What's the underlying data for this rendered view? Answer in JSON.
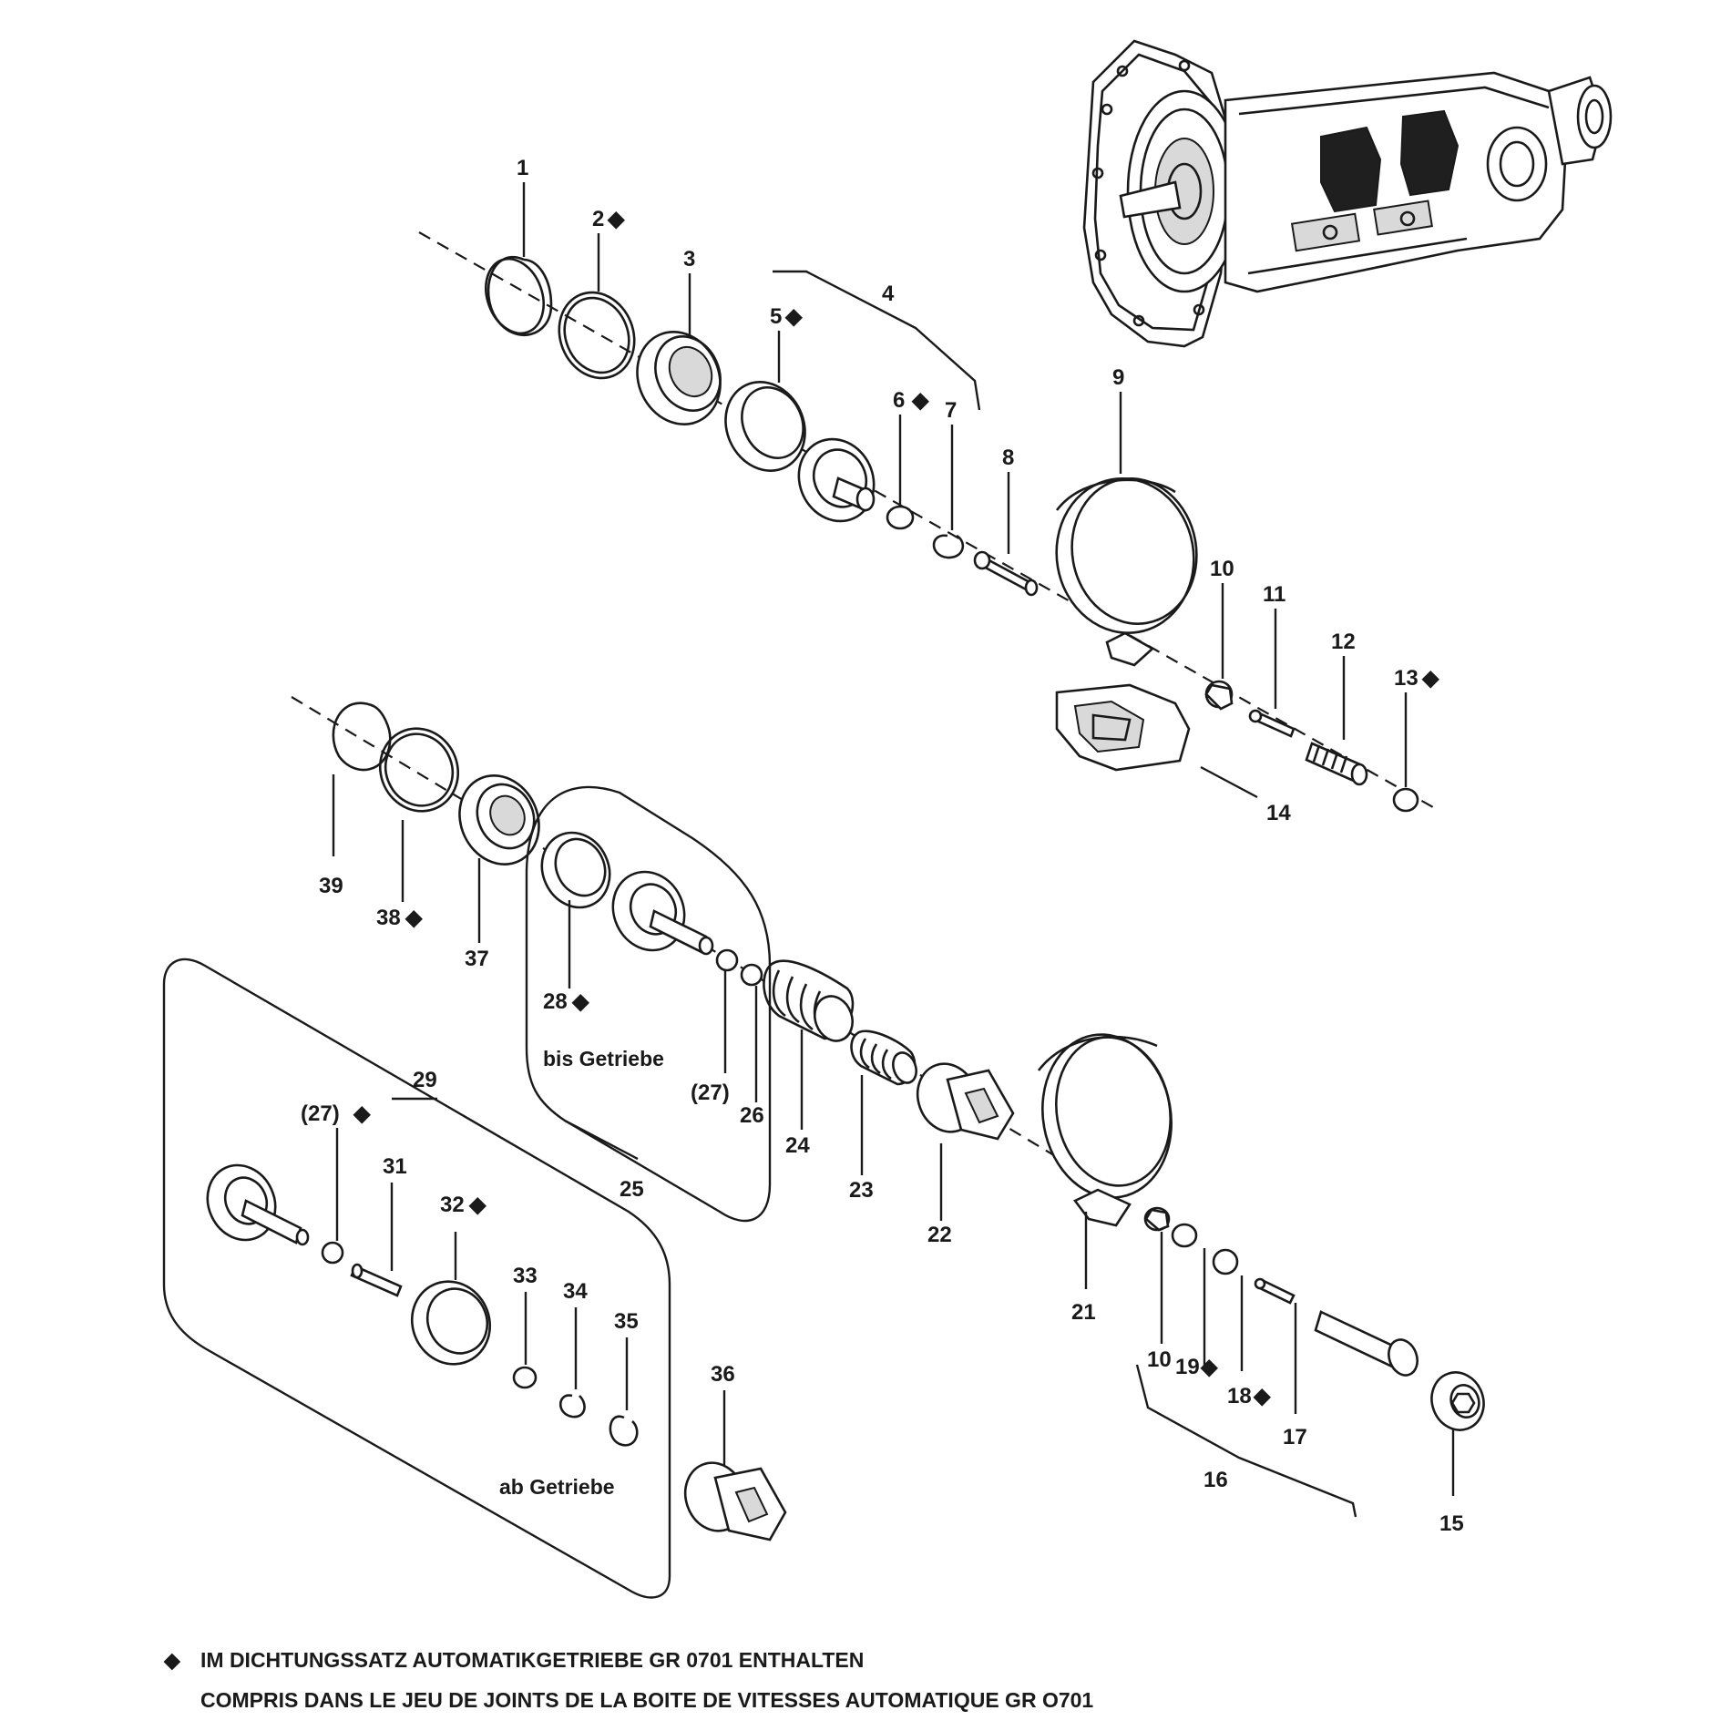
{
  "diagram": {
    "callouts": {
      "c1": "1",
      "c2": "2",
      "c3": "3",
      "c4": "4",
      "c5": "5",
      "c6": "6",
      "c7": "7",
      "c8": "8",
      "c9": "9",
      "c10a": "10",
      "c10b": "10",
      "c11": "11",
      "c12": "12",
      "c13": "13",
      "c14": "14",
      "c15": "15",
      "c16": "16",
      "c17": "17",
      "c18": "18",
      "c19": "19",
      "c21": "21",
      "c22": "22",
      "c23": "23",
      "c24": "24",
      "c25": "25",
      "c26": "26",
      "c27a": "(27)",
      "c27b": "(27)",
      "c28": "28",
      "c29": "29",
      "c31": "31",
      "c32": "32",
      "c33": "33",
      "c34": "34",
      "c35": "35",
      "c36": "36",
      "c37": "37",
      "c38": "38",
      "c39": "39"
    },
    "group_labels": {
      "bis": "bis Getriebe",
      "ab": "ab Getriebe"
    },
    "marker_symbol": "◆",
    "marked_parts": [
      "2",
      "5",
      "6",
      "13",
      "18",
      "19",
      "28",
      "32",
      "38",
      "(27)"
    ]
  },
  "footnote": {
    "symbol": "◆",
    "line1": "IM DICHTUNGSSATZ AUTOMATIKGETRIEBE GR 0701 ENTHALTEN",
    "line2": "COMPRIS DANS LE JEU DE JOINTS DE LA BOITE DE VITESSES AUTOMATIQUE GR O701"
  },
  "colors": {
    "ink": "#1a1a1a",
    "background": "#ffffff"
  }
}
